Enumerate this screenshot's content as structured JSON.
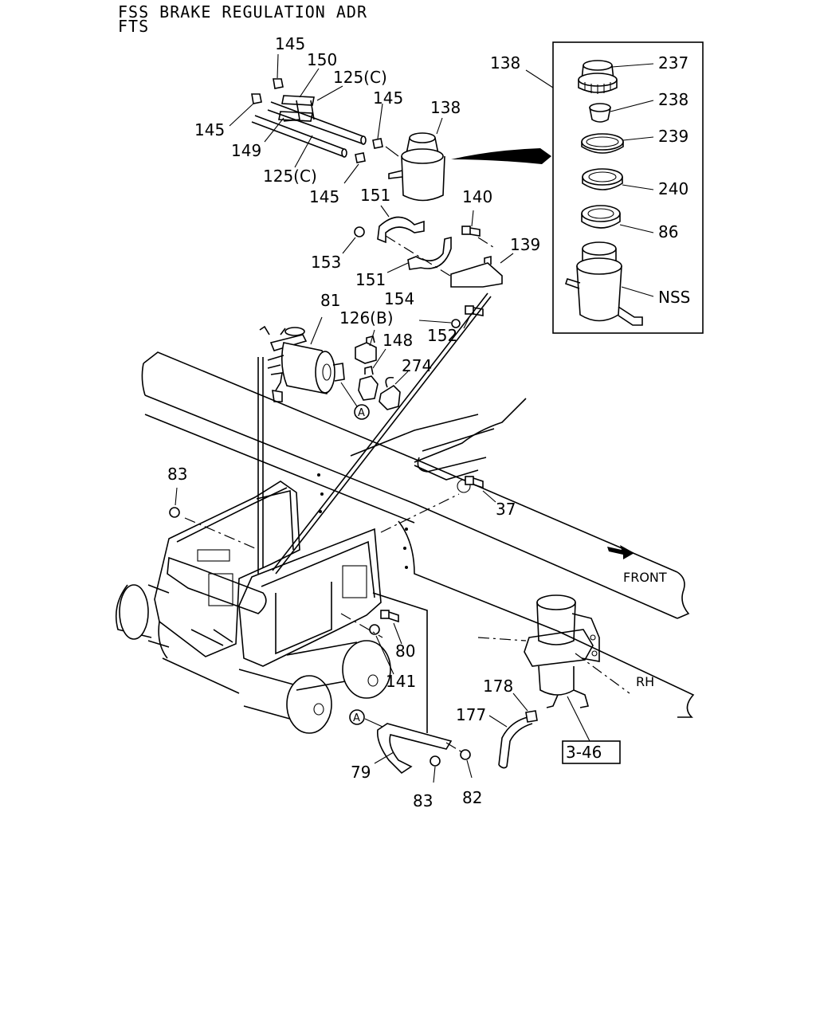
{
  "header": {
    "title": "FSS BRAKE REGULATION ADR",
    "subtitle": "FTS"
  },
  "callouts": {
    "c145a": "145",
    "c150": "150",
    "c125c_top": "125(C)",
    "c145b": "145",
    "c145c": "145",
    "c149": "149",
    "c125c_bot": "125(C)",
    "c145d": "145",
    "c138": "138",
    "c138_box": "138",
    "c151_top": "151",
    "c140": "140",
    "c153": "153",
    "c139": "139",
    "c151_bot": "151",
    "c154": "154",
    "c81": "81",
    "c126b": "126(B)",
    "c148": "148",
    "c152": "152",
    "c274": "274",
    "c83_top": "83",
    "c37": "37",
    "c80": "80",
    "c141": "141",
    "c178": "178",
    "c177": "177",
    "c79": "79",
    "c83_bot": "83",
    "c82": "82",
    "c237": "237",
    "c238": "238",
    "c239": "239",
    "c240": "240",
    "c86": "86",
    "cNSS": "NSS"
  },
  "markers": {
    "a_top": "A",
    "a_bot": "A"
  },
  "labels": {
    "front": "FRONT",
    "rh": "RH",
    "ref": "3-46"
  }
}
